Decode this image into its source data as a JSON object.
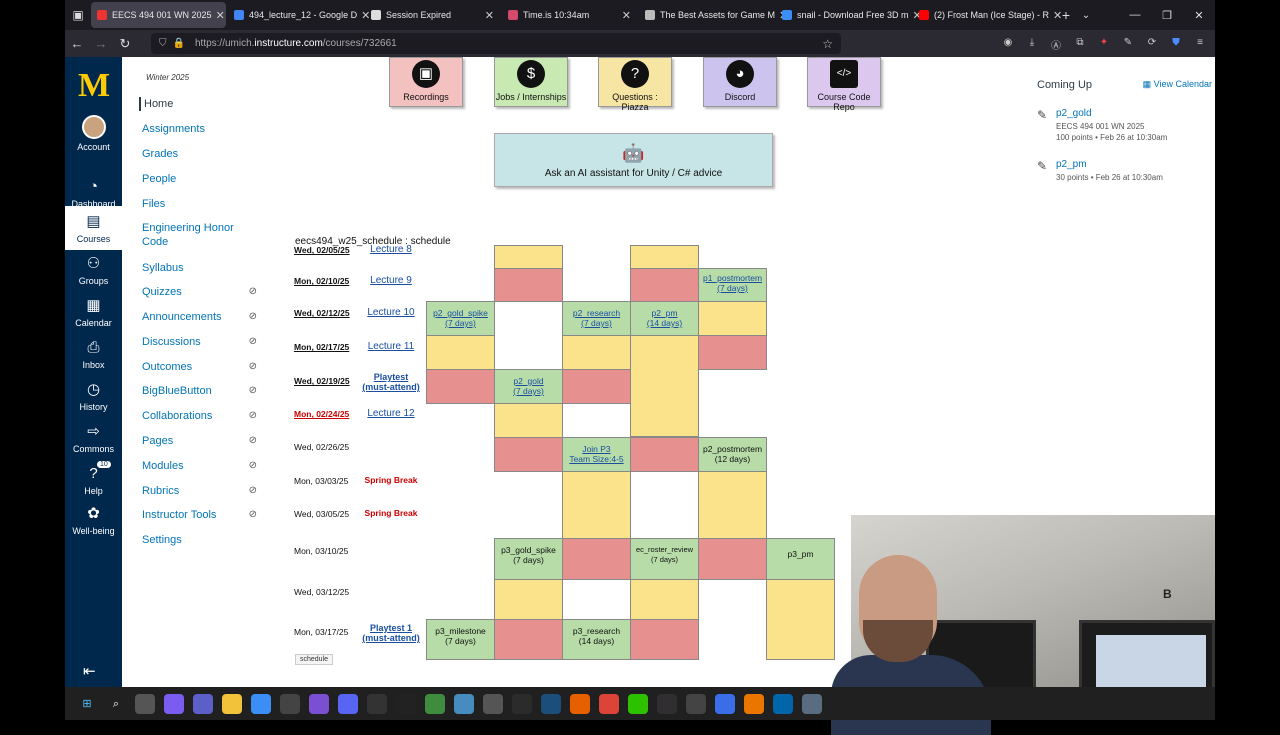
{
  "browser": {
    "tabs": [
      {
        "title": "EECS 494 001 WN 2025",
        "color": "#e33",
        "active": true
      },
      {
        "title": "494_lecture_12 - Google D",
        "color": "#4285f4",
        "active": false
      },
      {
        "title": "Session Expired",
        "color": "#ddd",
        "active": false
      },
      {
        "title": "Time.is 10:34am",
        "color": "#d44a6d",
        "active": false
      },
      {
        "title": "The Best Assets for Game M",
        "color": "#bbb",
        "active": false
      },
      {
        "title": "snail - Download Free 3D m",
        "color": "#3a8ef6",
        "active": false
      },
      {
        "title": "(2) Frost Man (Ice Stage) - R",
        "color": "#f00",
        "active": false
      }
    ],
    "url_prefix": "https://umich.",
    "url_domain": "instructure.com",
    "url_path": "/courses/732661"
  },
  "global_nav": {
    "logo": "M",
    "items": [
      {
        "label": "Account",
        "icon": "avatar"
      },
      {
        "label": "Dashboard",
        "icon": "dashboard-icon"
      },
      {
        "label": "Courses",
        "icon": "courses-icon"
      },
      {
        "label": "Groups",
        "icon": "groups-icon"
      },
      {
        "label": "Calendar",
        "icon": "calendar-icon"
      },
      {
        "label": "Inbox",
        "icon": "inbox-icon"
      },
      {
        "label": "History",
        "icon": "history-icon"
      },
      {
        "label": "Commons",
        "icon": "commons-icon"
      },
      {
        "label": "Help",
        "icon": "help-icon",
        "badge": "10"
      },
      {
        "label": "Well-being",
        "icon": "wellbeing-icon"
      }
    ]
  },
  "course_nav": {
    "term": "Winter 2025",
    "items": [
      {
        "label": "Home",
        "hidden": false
      },
      {
        "label": "Assignments",
        "hidden": false
      },
      {
        "label": "Grades",
        "hidden": false
      },
      {
        "label": "People",
        "hidden": false
      },
      {
        "label": "Files",
        "hidden": false
      },
      {
        "label": "Engineering Honor Code",
        "hidden": false
      },
      {
        "label": "Syllabus",
        "hidden": false
      },
      {
        "label": "Quizzes",
        "hidden": true
      },
      {
        "label": "Announcements",
        "hidden": true
      },
      {
        "label": "Discussions",
        "hidden": true
      },
      {
        "label": "Outcomes",
        "hidden": true
      },
      {
        "label": "BigBlueButton",
        "hidden": true
      },
      {
        "label": "Collaborations",
        "hidden": true
      },
      {
        "label": "Pages",
        "hidden": true
      },
      {
        "label": "Modules",
        "hidden": true
      },
      {
        "label": "Rubrics",
        "hidden": true
      },
      {
        "label": "Instructor Tools",
        "hidden": true
      },
      {
        "label": "Settings",
        "hidden": false
      }
    ]
  },
  "tiles": [
    {
      "label": "Recordings",
      "icon": "camera-icon",
      "color": "#f2c1c0"
    },
    {
      "label": "Jobs / Internships",
      "icon": "dollar-icon",
      "color": "#c9e9b3"
    },
    {
      "label": "Questions : Piazza",
      "icon": "question-icon",
      "color": "#f7e6a3"
    },
    {
      "label": "Discord",
      "icon": "discord-icon",
      "color": "#cdc3ef"
    },
    {
      "label": "Course Code Repo",
      "icon": "code-icon",
      "color": "#dcc8ef"
    }
  ],
  "ai_button": {
    "label": "Ask an AI assistant for Unity / C# advice"
  },
  "schedule": {
    "title": "eecs494_w25_schedule : schedule",
    "sheet_tab": "schedule",
    "rows": [
      {
        "date": "Wed, 02/05/25",
        "lecture": "Lecture 8"
      },
      {
        "date": "Mon, 02/10/25",
        "lecture": "Lecture 9"
      },
      {
        "date": "Wed, 02/12/25",
        "lecture": "Lecture 10"
      },
      {
        "date": "Mon, 02/17/25",
        "lecture": "Lecture 11"
      },
      {
        "date": "Wed, 02/19/25",
        "lecture": "Playtest (must-attend)"
      },
      {
        "date": "Mon, 02/24/25",
        "lecture": "Lecture 12"
      },
      {
        "date": "Wed, 02/26/25",
        "lecture": ""
      },
      {
        "date": "Mon, 03/03/25",
        "lecture": "Spring Break"
      },
      {
        "date": "Wed, 03/05/25",
        "lecture": "Spring Break"
      },
      {
        "date": "Mon, 03/10/25",
        "lecture": ""
      },
      {
        "date": "Wed, 03/12/25",
        "lecture": ""
      },
      {
        "date": "Mon, 03/17/25",
        "lecture": "Playtest 1 (must-attend)"
      }
    ],
    "tasks": {
      "p1_postmortem": {
        "name": "p1_postmortem",
        "dur": "(7 days)"
      },
      "p2_gold_spike": {
        "name": "p2_gold_spike",
        "dur": "(7 days)"
      },
      "p2_research": {
        "name": "p2_research",
        "dur": "(7 days)"
      },
      "p2_pm": {
        "name": "p2_pm",
        "dur": "(14 days)"
      },
      "p2_gold": {
        "name": "p2_gold",
        "dur": "(7 days)"
      },
      "join_p3": {
        "name": "Join P3",
        "dur": "Team Size:4-5"
      },
      "p2_postmortem": {
        "name": "p2_postmortem",
        "dur": "(12 days)"
      },
      "p3_gold_spike": {
        "name": "p3_gold_spike",
        "dur": "(7 days)"
      },
      "ec_roster_review": {
        "name": "ec_roster_review",
        "dur": "(7 days)"
      },
      "p3_pm": {
        "name": "p3_pm",
        "dur": ""
      },
      "p3_milestone": {
        "name": "p3_milestone",
        "dur": "(7 days)"
      },
      "p3_research": {
        "name": "p3_research",
        "dur": "(14 days)"
      }
    }
  },
  "coming_up": {
    "heading": "Coming Up",
    "view_calendar": "View Calendar",
    "items": [
      {
        "name": "p2_gold",
        "course": "EECS 494 001 WN 2025",
        "meta": "100 points • Feb 26 at 10:30am"
      },
      {
        "name": "p2_pm",
        "course": "",
        "meta": "30 points • Feb 26 at 10:30am"
      }
    ]
  },
  "webcam": {
    "board_letter": "B"
  },
  "colors": {
    "canvas_nav": "#00274c",
    "maize": "#ffcb05",
    "link": "#0374b5",
    "green": "#b7dca8",
    "yellow": "#fbe38b",
    "red": "#e6918f"
  }
}
